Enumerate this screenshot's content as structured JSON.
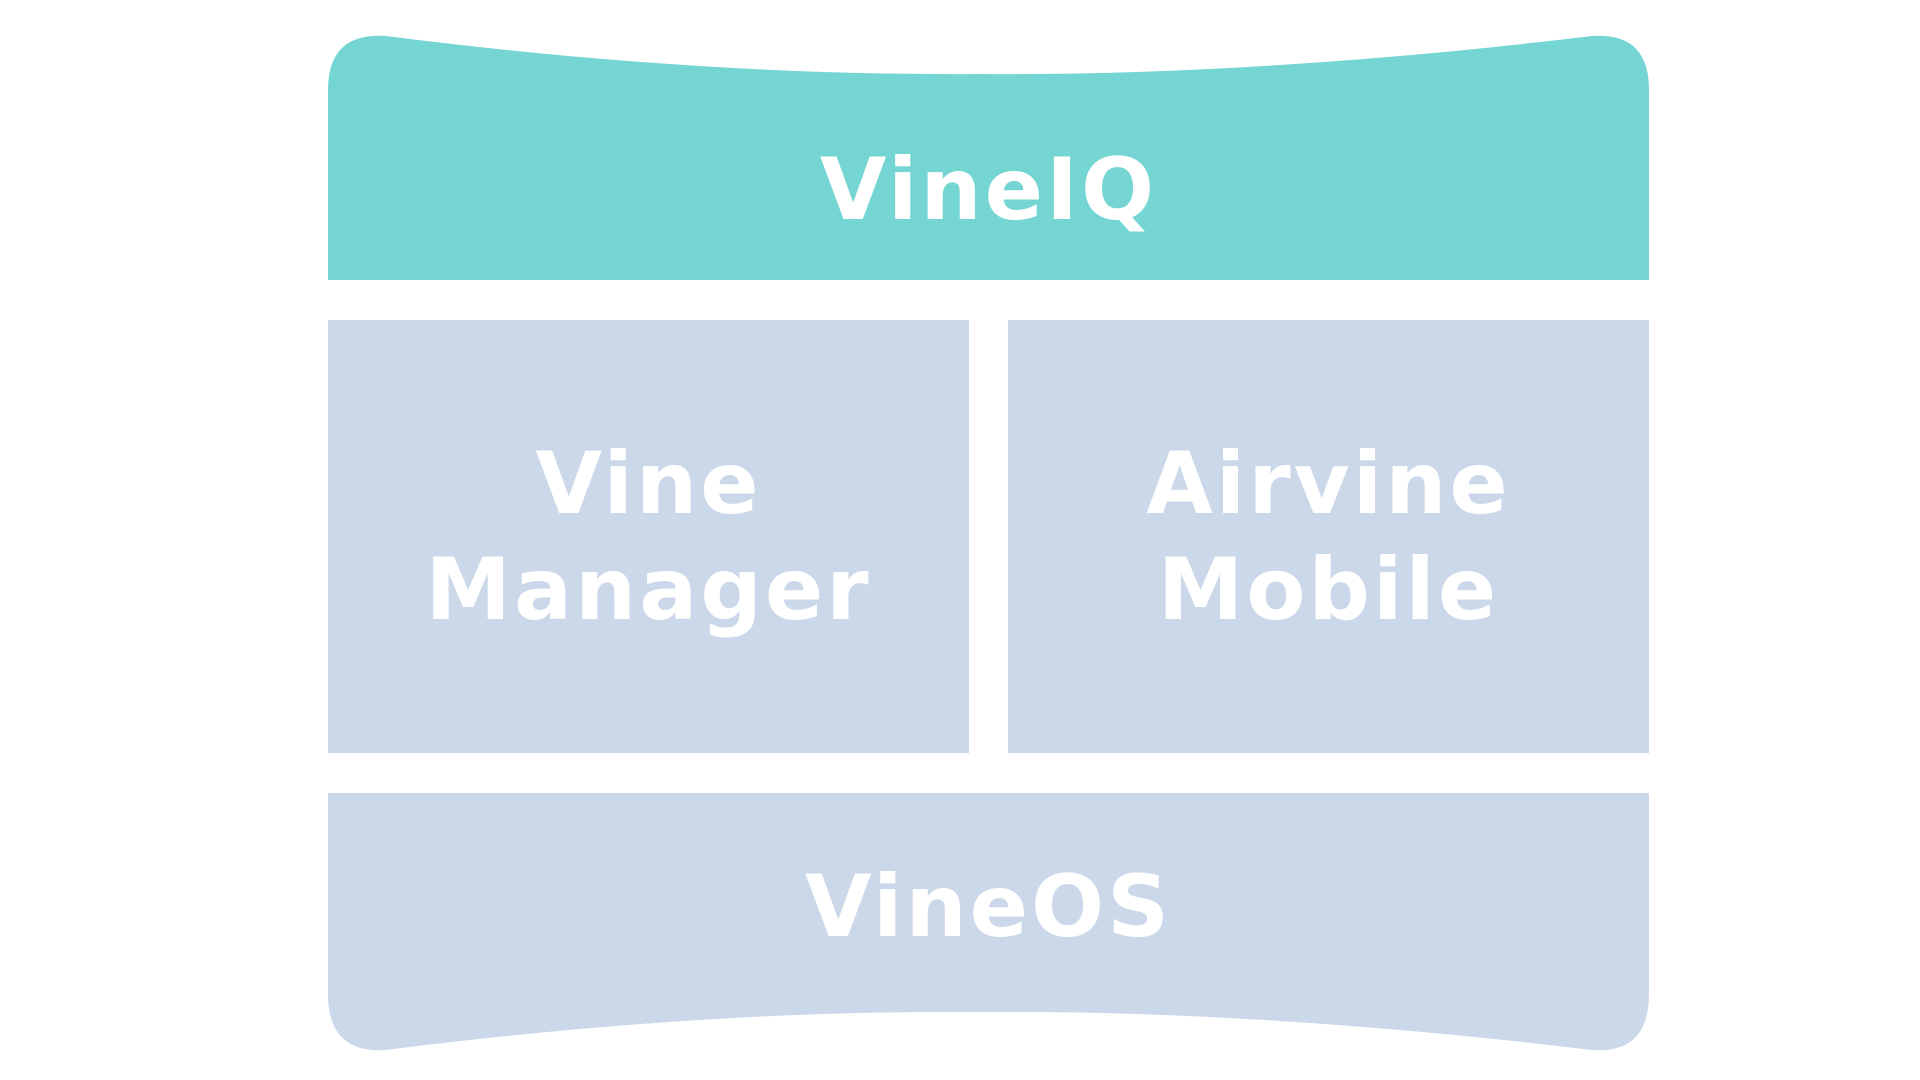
{
  "diagram": {
    "top_block": {
      "label": "VineIQ"
    },
    "middle_left_block": {
      "line1": "Vine",
      "line2": "Manager"
    },
    "middle_right_block": {
      "line1": "Airvine",
      "line2": "Mobile"
    },
    "bottom_block": {
      "label": "VineOS"
    }
  },
  "colors": {
    "top_block": "#74d5d2",
    "other_blocks": "#cbd8ea",
    "text": "#ffffff"
  }
}
